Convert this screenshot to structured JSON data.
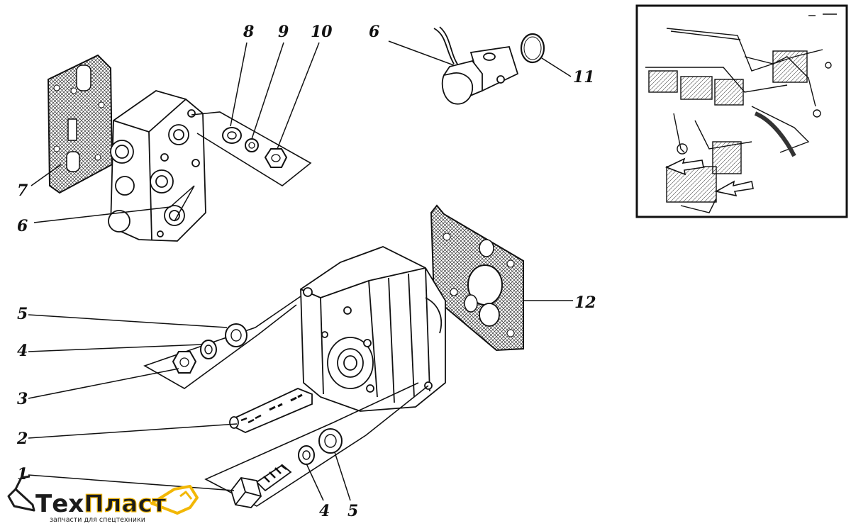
{
  "callouts": {
    "c8": "8",
    "c9": "9",
    "c10": "10",
    "c6_top": "6",
    "c11": "11",
    "c7": "7",
    "c6_left": "6",
    "c5_left": "5",
    "c4_left": "4",
    "c3": "3",
    "c2": "2",
    "c1": "1",
    "c12": "12",
    "c4_bottom": "4",
    "c5_bottom": "5"
  },
  "brand": {
    "name_part1": "Тех",
    "name_part2": "Пласт",
    "tagline": "запчасти для спецтехники",
    "accent_color": "#f2b705",
    "text_color": "#1c1c1c"
  }
}
